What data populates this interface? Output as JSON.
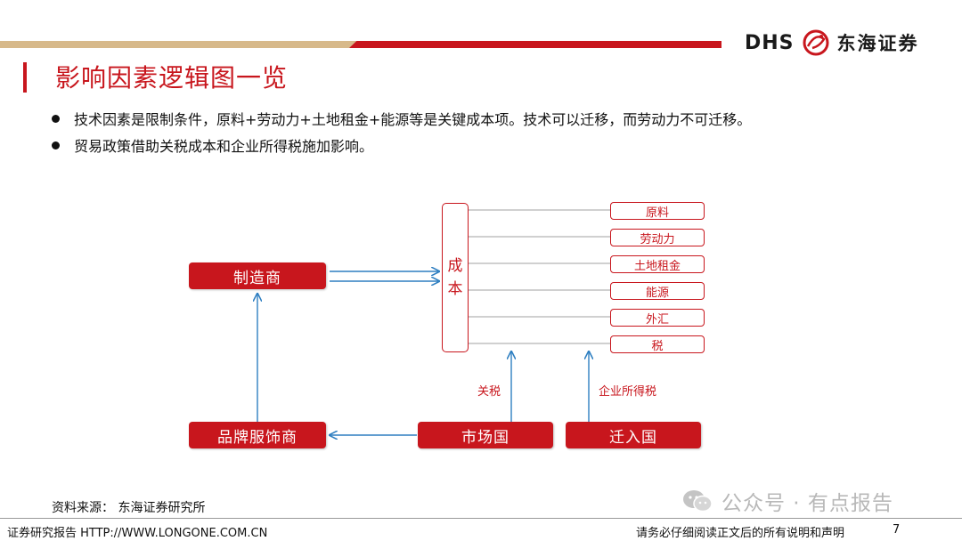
{
  "header": {
    "logo_text": "DHS",
    "logo_cn": "东海证券",
    "colors": {
      "accent_red": "#c8161d",
      "accent_gold": "#d7b98a"
    }
  },
  "title": "影响因素逻辑图一览",
  "bullets": [
    "技术因素是限制条件，原料+劳动力+土地租金+能源等是关键成本项。技术可以迁移，而劳动力不可迁移。",
    "贸易政策借助关税成本和企业所得税施加影响。"
  ],
  "diagram": {
    "manufacturer": "制造商",
    "brand": "品牌服饰商",
    "market": "市场国",
    "relocation": "迁入国",
    "cost": [
      "成",
      "本"
    ],
    "cost_items": [
      "原料",
      "劳动力",
      "土地租金",
      "能源",
      "外汇",
      "税"
    ],
    "tariff_label": "关税",
    "income_tax_label": "企业所得税"
  },
  "source": "资料来源：  东海证券研究所",
  "watermark": "公众号 · 有点报告",
  "footer": {
    "left": "证券研究报告 HTTP://WWW.LONGONE.COM.CN",
    "right": "请务必仔细阅读正文后的所有说明和声明",
    "page": "7"
  }
}
